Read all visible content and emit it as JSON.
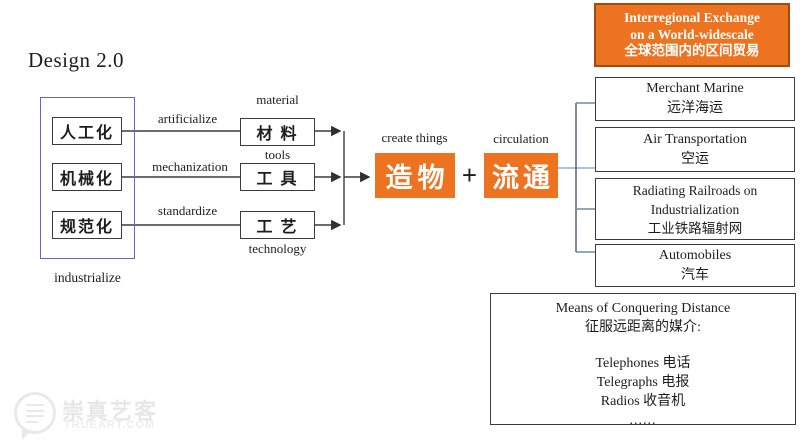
{
  "title": "Design 2.0",
  "left_group": {
    "outer_label": "industrialize",
    "boxes": [
      "人工化",
      "机械化",
      "规范化"
    ],
    "process_labels": [
      "artificialize",
      "mechanization",
      "standardize"
    ]
  },
  "resource_group": {
    "boxes": [
      "材 料",
      "工 具",
      "工 艺"
    ],
    "captions": [
      "material",
      "tools",
      "technology"
    ]
  },
  "output_group": {
    "create_caption": "create things",
    "create_label": "造物",
    "plus": "+",
    "circulation_caption": "circulation",
    "circulation_label": "流通"
  },
  "exchange_box": {
    "lines": [
      "Interregional Exchange",
      "on a World-widescale",
      "全球范围内的区间贸易"
    ]
  },
  "transport_boxes": [
    {
      "lines": [
        "Merchant Marine",
        "远洋海运"
      ]
    },
    {
      "lines": [
        "Air Transportation",
        "空运"
      ]
    },
    {
      "lines": [
        "Radiating Railroads on",
        "Industrialization",
        "工业铁路辐射网"
      ]
    },
    {
      "lines": [
        "Automobiles",
        "汽车"
      ]
    }
  ],
  "distance_box": {
    "lines": [
      "Means of Conquering Distance",
      "征服远距离的媒介:",
      "Telephones 电话",
      "Telegraphs 电报",
      "Radios 收音机",
      "......"
    ]
  },
  "watermark": {
    "name": "崇真艺客",
    "domain": "TRUEART.COM"
  },
  "colors": {
    "orange": "#ED7320",
    "orange_border": "#A24B0E",
    "blue_frame": "#6163D8",
    "box_border": "#3C3C3C",
    "wire_blue": "#7288A8",
    "wire_light_blue": "#A6BADB"
  }
}
